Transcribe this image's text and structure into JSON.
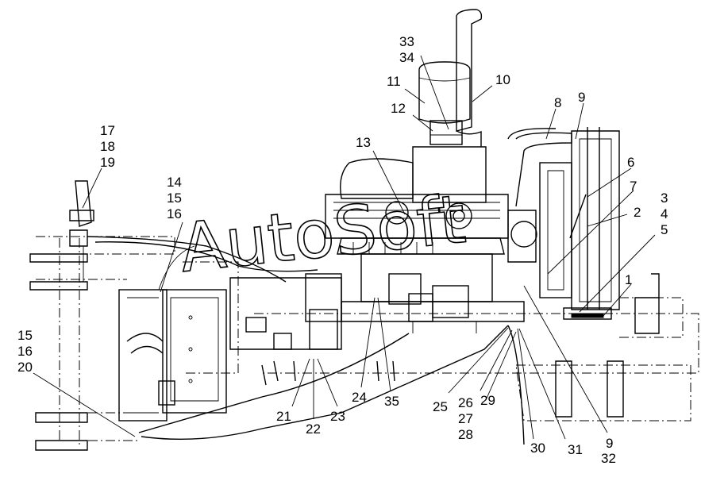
{
  "watermark": "AutoSoft",
  "callouts": [
    "1",
    "2",
    "3",
    "4",
    "5",
    "6",
    "7",
    "8",
    "9",
    "10",
    "11",
    "12",
    "13",
    "14",
    "15",
    "16",
    "17",
    "18",
    "19",
    "15",
    "16",
    "20",
    "21",
    "22",
    "23",
    "24",
    "35",
    "25",
    "26",
    "27",
    "28",
    "29",
    "30",
    "31",
    "9",
    "32",
    "33",
    "34"
  ]
}
